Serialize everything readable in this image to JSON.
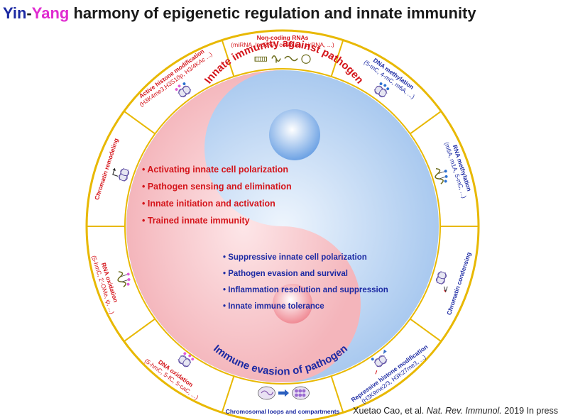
{
  "title": {
    "yin": "Yin",
    "dash": "-",
    "yang": "Yang",
    "rest": " harmony of epigenetic regulation and innate immunity",
    "colors": {
      "yin": "#1c2aa3",
      "yang": "#e02bd0",
      "rest": "#1a1a1a"
    }
  },
  "center": {
    "top_arc_text": "Innate immunity against pathogen",
    "bottom_arc_text": "Immune evasion of pathogen",
    "innate_bullets": [
      "Activating innate cell polarization",
      "Pathogen sensing and elimination",
      "Innate initiation and activation",
      "Trained innate immunity"
    ],
    "evasion_bullets": [
      "Suppressive innate cell polarization",
      "Pathogen evasion and survival",
      "Inflammation resolution and suppression",
      "Innate immune tolerance"
    ],
    "bullet_char": "•",
    "colors": {
      "innate": "#d4141a",
      "evasion": "#1c2aa3",
      "yin_fill": "#f7c4c8",
      "yang_fill": "#b8d4f2"
    }
  },
  "segments": [
    {
      "id": "ncrna",
      "lines": [
        "Non-coding RNAs",
        "(miRNA, lncRNA, ceRNAs, cirRNA, ...)"
      ],
      "color": "#d4141a",
      "icon": "rna-strands-icon"
    },
    {
      "id": "dna-methylation",
      "lines": [
        "DNA methylation",
        "(5-mC, 4-mC, m6A, ...)"
      ],
      "color": "#1c2aa3",
      "icon": "nucleosome-methyl-icon"
    },
    {
      "id": "rna-methylation",
      "lines": [
        "RNA methylation",
        "(m6A, m1A, 5-mC, ...)"
      ],
      "color": "#1c2aa3",
      "icon": "rna-methyl-icon"
    },
    {
      "id": "chromatin-condensing",
      "lines": [
        "Chromatin condensing"
      ],
      "color": "#1c2aa3",
      "icon": "nucleosome-icon"
    },
    {
      "id": "repressive-histone",
      "lines": [
        "Repressive histone modification",
        "(H3K9me2/3, H3K27me3, ...)"
      ],
      "color": "#1c2aa3",
      "icon": "nucleosome-flag-icon"
    },
    {
      "id": "chromosomal-loops",
      "lines": [
        "Chromosomal loops and compartments"
      ],
      "color": "#1c2aa3",
      "icon": "chromatin-loops-icon"
    },
    {
      "id": "dna-oxidation",
      "lines": [
        "DNA oxidation",
        "(5-hmC, 5-fC, 5-caC, ...)"
      ],
      "color": "#d4141a",
      "icon": "nucleosome-oxidation-icon"
    },
    {
      "id": "rna-oxidation",
      "lines": [
        "RNA oxidation",
        "(5-hmC, 2'-OMe, ψ, ...)"
      ],
      "color": "#d4141a",
      "icon": "rna-oxidation-icon"
    },
    {
      "id": "chromatin-remodeling",
      "lines": [
        "Chromatin remodeling"
      ],
      "color": "#d4141a",
      "icon": "nucleosome-arrow-icon"
    },
    {
      "id": "active-histone",
      "lines": [
        "Active histone modification",
        "(H3K4me3,H3S10p, H3/4KAc ...)"
      ],
      "color": "#d4141a",
      "icon": "nucleosome-active-icon"
    }
  ],
  "citation": {
    "author": "Xuetao Cao, et al. ",
    "journal": "Nat. Rev. Immunol.",
    "rest": " 2019 In press"
  }
}
